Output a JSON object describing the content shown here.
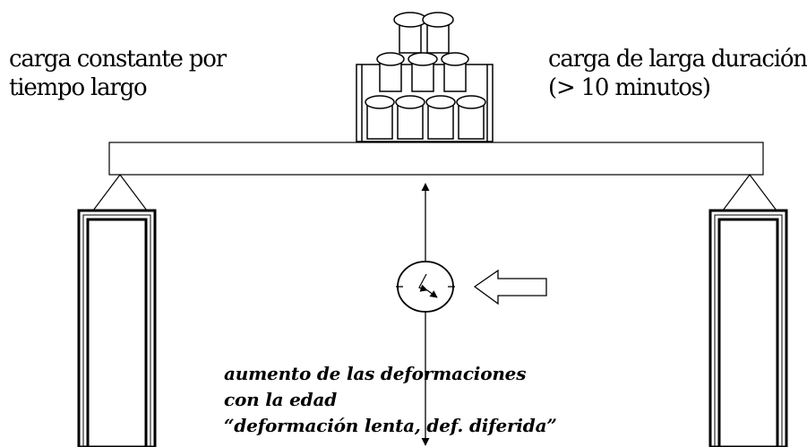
{
  "labels": {
    "left": {
      "line1": "carga constante por",
      "line2": "tiempo largo"
    },
    "right": {
      "line1": "carga de larga duración",
      "line2": "(> 10 minutos)"
    }
  },
  "caption": {
    "line1": "aumento de las deformaciones",
    "line2": "con la edad",
    "line3": "“deformación lenta, def. diferida”"
  },
  "icons": {
    "weights": "stacked-weights-icon",
    "clock": "clock-icon",
    "arrow": "hollow-left-arrow-icon"
  },
  "colors": {
    "stroke": "#000000",
    "fill": "#ffffff"
  }
}
